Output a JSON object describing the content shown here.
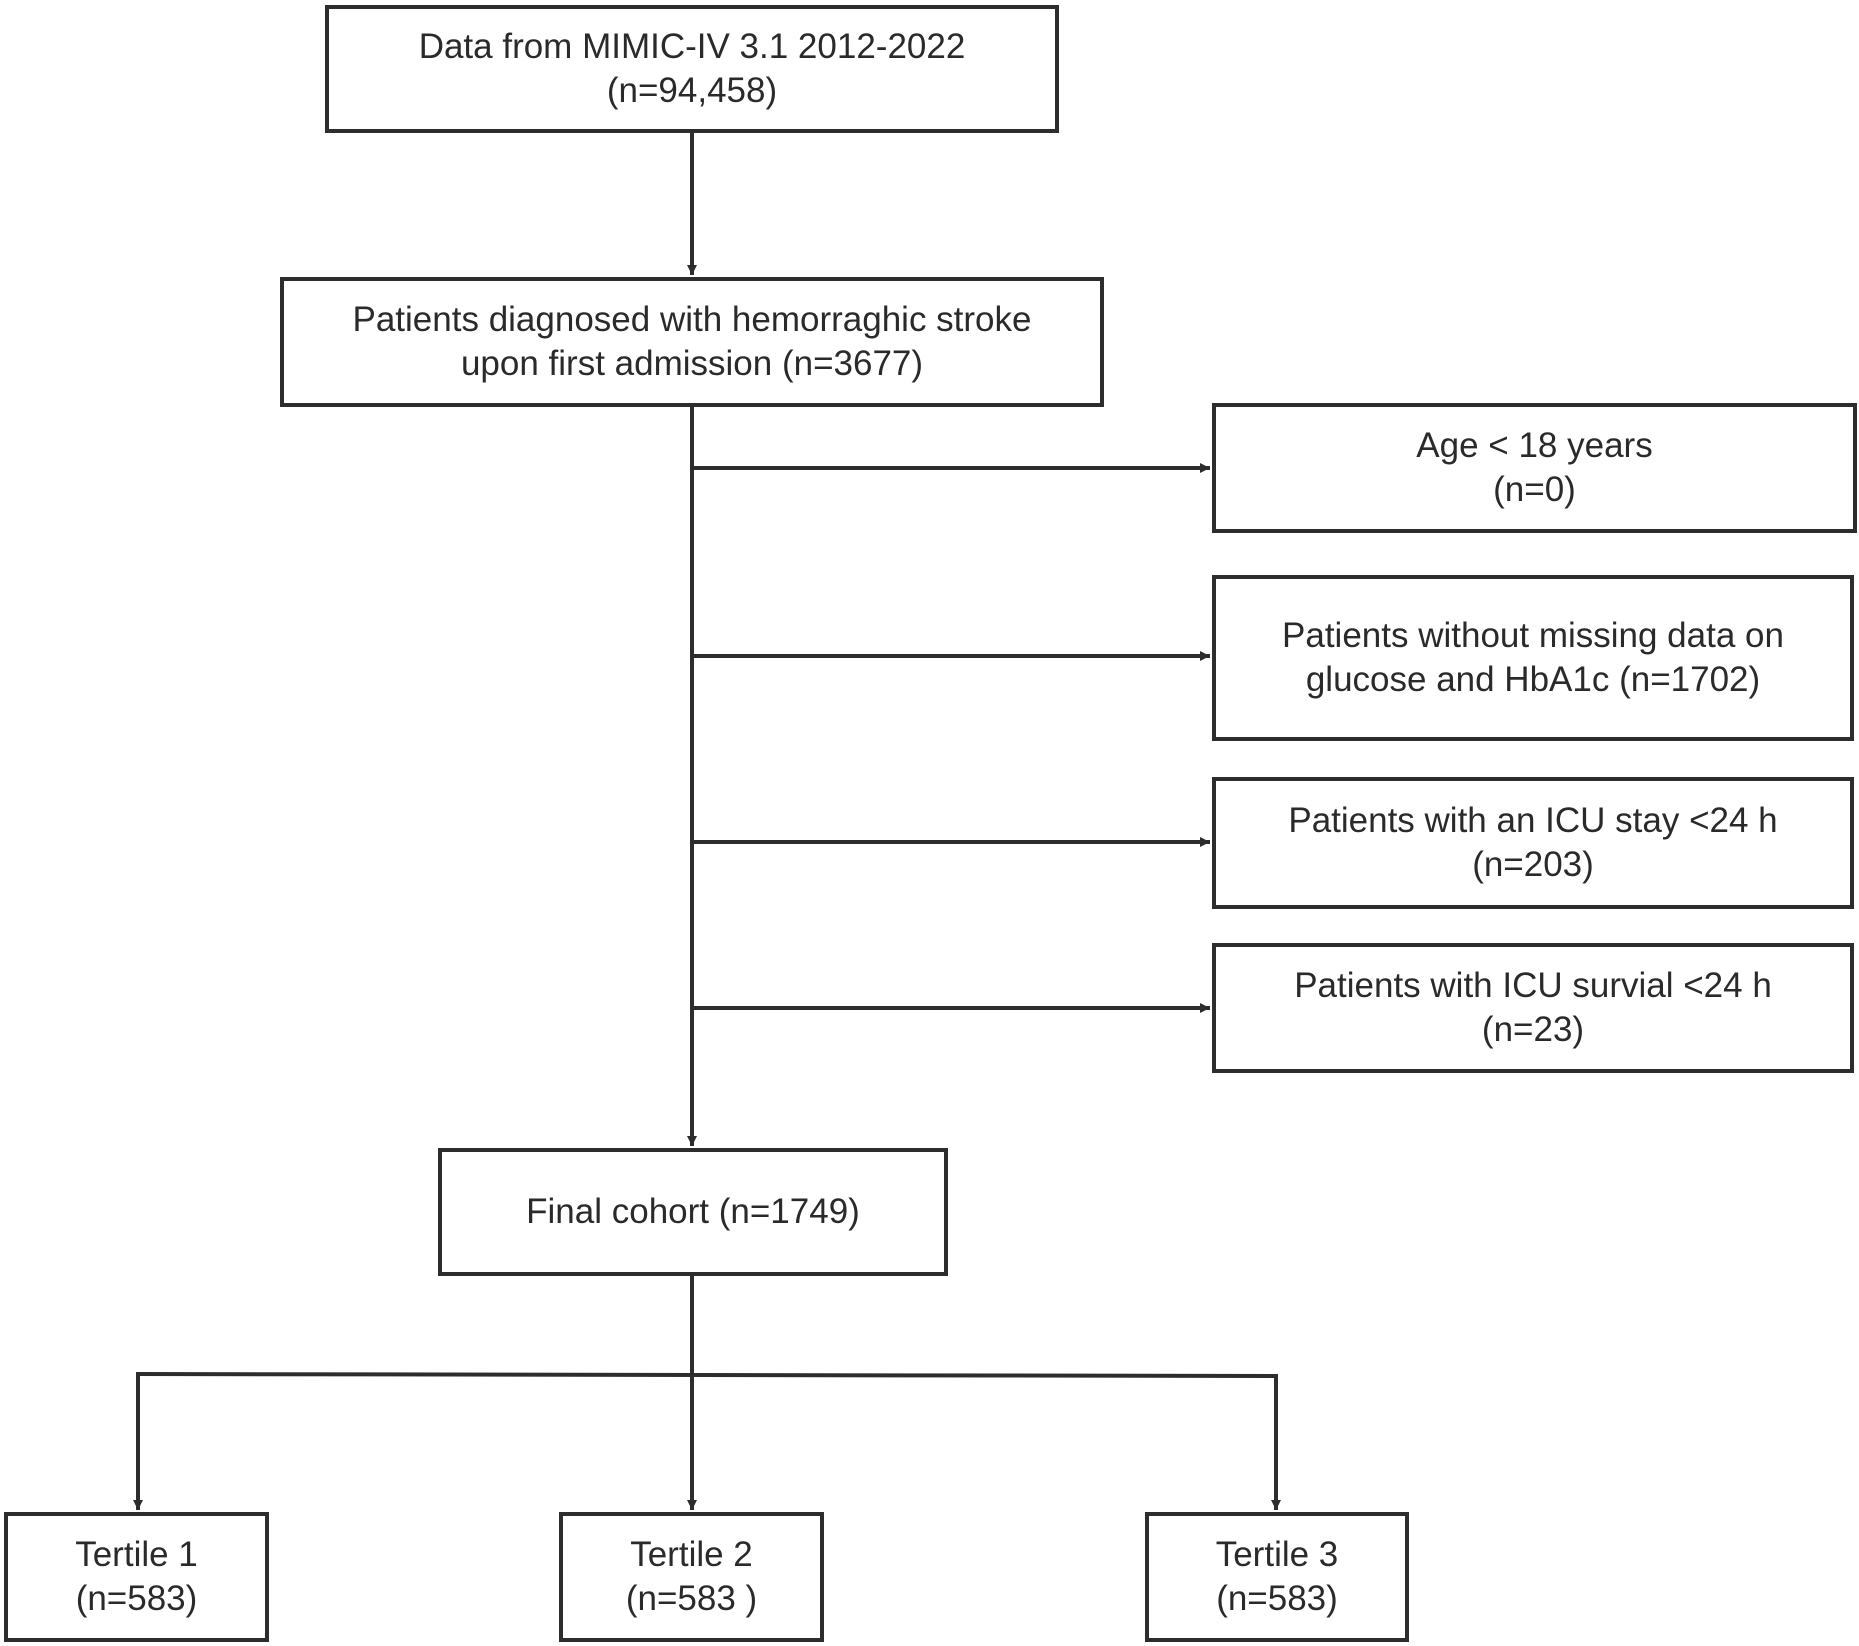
{
  "boxes": {
    "source": {
      "line1": "Data  from MIMIC-IV 3.1 2012-2022",
      "line2": "(n=94,458)"
    },
    "diagnosed": {
      "line1": "Patients diagnosed with hemorraghic stroke",
      "line2": "upon first admission (n=3677)"
    },
    "age": {
      "line1": "Age < 18 years",
      "line2": "(n=0)"
    },
    "missing": {
      "line1": "Patients without missing data on",
      "line2": "glucose and HbA1c (n=1702)"
    },
    "icu_stay": {
      "line1": "Patients with an ICU stay <24 h",
      "line2": "(n=203)"
    },
    "icu_survival": {
      "line1": "Patients with ICU survial <24 h",
      "line2": "(n=23)"
    },
    "final": {
      "line1": "Final cohort (n=1749)"
    },
    "tertile1": {
      "line1": "Tertile 1",
      "line2": "(n=583)"
    },
    "tertile2": {
      "line1": "Tertile 2",
      "line2": "(n=583 )"
    },
    "tertile3": {
      "line1": "Tertile 3",
      "line2": "(n=583)"
    }
  },
  "colors": {
    "line": "#2d2d2d",
    "text": "#2a2a2a",
    "background": "#ffffff"
  }
}
